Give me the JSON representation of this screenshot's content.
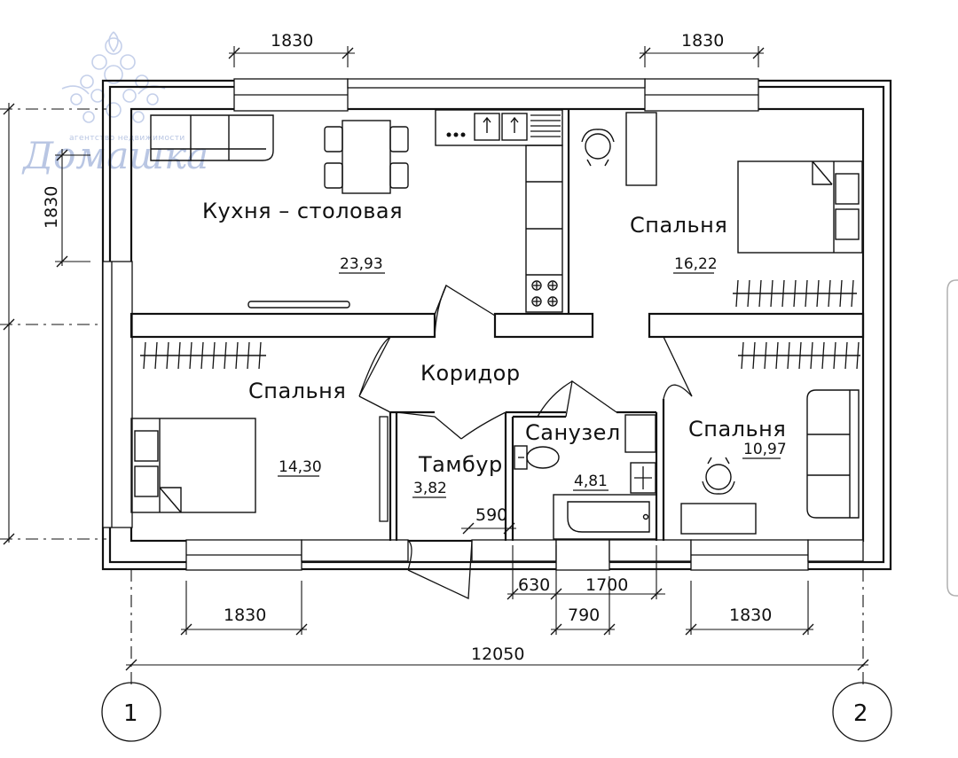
{
  "watermark": {
    "brand": "Домашка",
    "tagline": "агентство недвижимости"
  },
  "rooms": {
    "kitchen": {
      "name": "Кухня – столовая",
      "area": "23,93"
    },
    "bedroom_ne": {
      "name": "Спальня",
      "area": "16,22"
    },
    "bedroom_w": {
      "name": "Спальня",
      "area": "14,30"
    },
    "corridor": {
      "name": "Коридор"
    },
    "vestibule": {
      "name": "Тамбур",
      "area": "3,82"
    },
    "bathroom": {
      "name": "Санузел",
      "area": "4,81"
    },
    "bedroom_se": {
      "name": "Спальня",
      "area": "10,97"
    }
  },
  "dimensions": {
    "top_left_window": "1830",
    "top_right_window": "1830",
    "left_vertical": "1830",
    "bottom_left_window": "1830",
    "bottom_right_window": "1830",
    "vestibule_door": "590",
    "bath_offset": "630",
    "bath_width": "1700",
    "bath_door": "790",
    "overall_width": "12050"
  },
  "axes": {
    "left": "1",
    "right": "2"
  },
  "colors": {
    "line": "#111111",
    "watermark": "#b9c6e3",
    "background": "#ffffff"
  }
}
